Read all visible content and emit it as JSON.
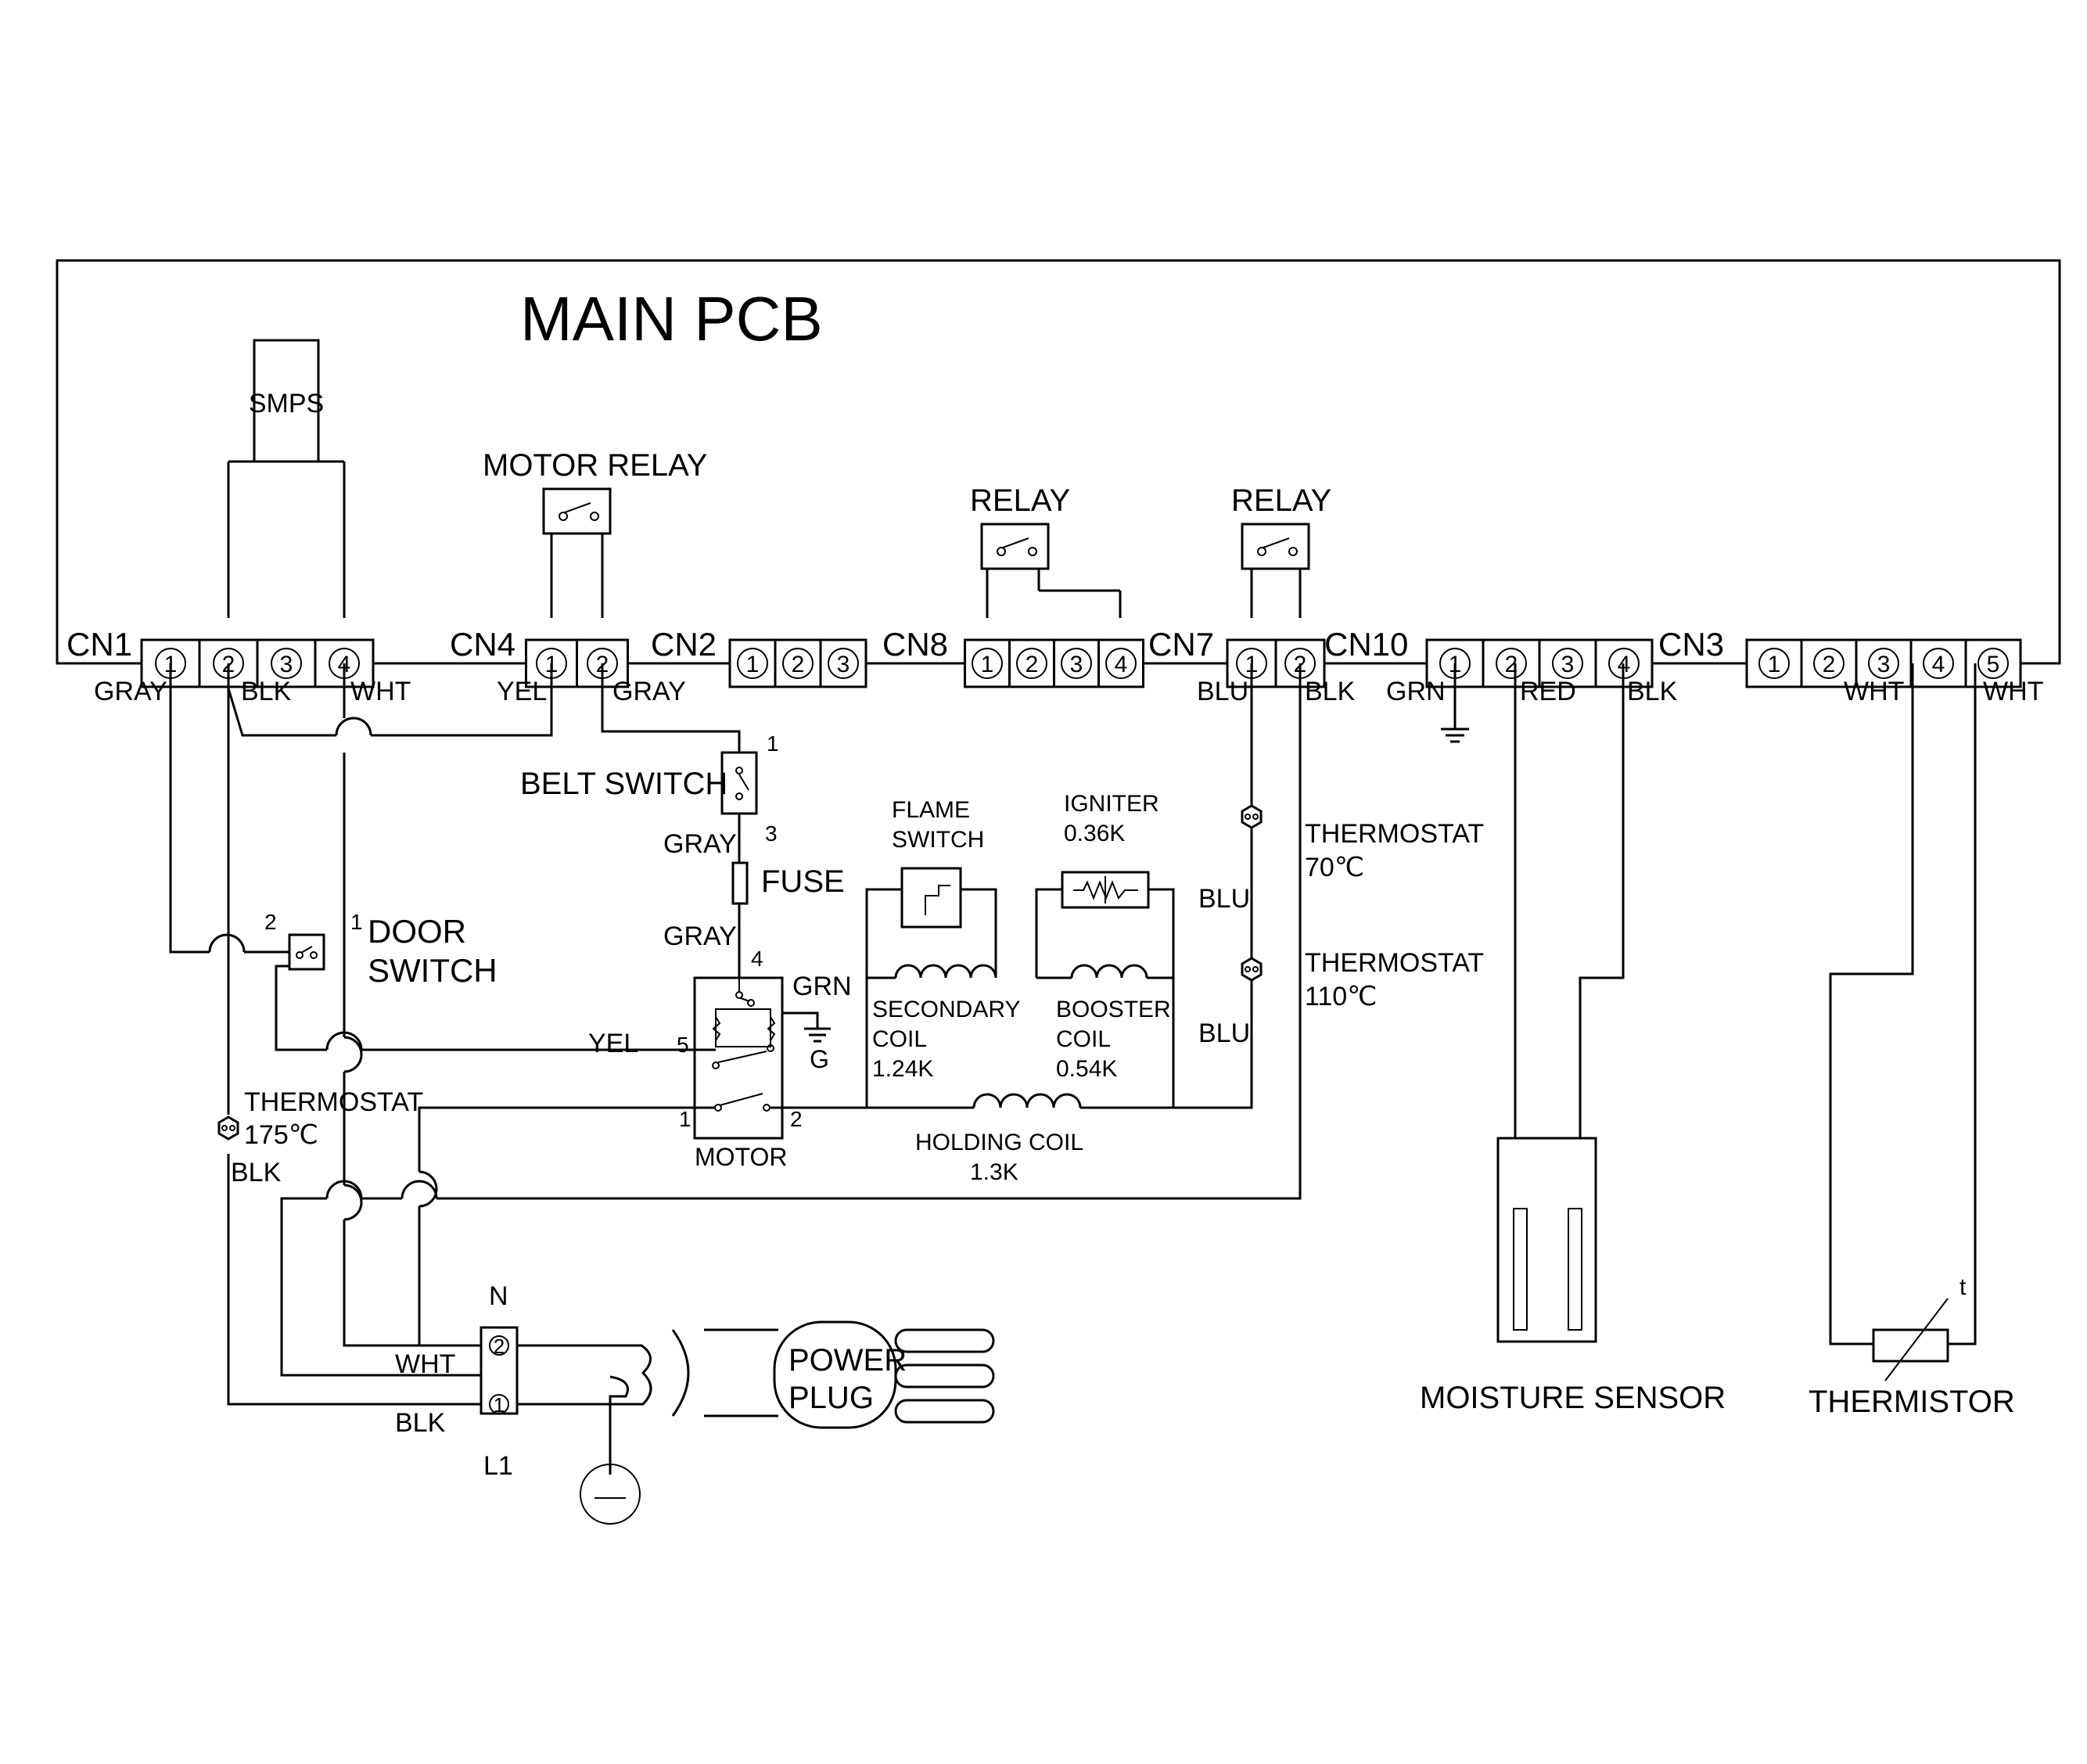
{
  "title": "MAIN PCB",
  "smps": "SMPS",
  "relays": {
    "motor": "MOTOR RELAY",
    "relay_a": "RELAY",
    "relay_b": "RELAY"
  },
  "connectors": [
    {
      "name": "CN1",
      "pins": [
        "1",
        "2",
        "3",
        "4"
      ]
    },
    {
      "name": "CN4",
      "pins": [
        "1",
        "2"
      ]
    },
    {
      "name": "CN2",
      "pins": [
        "1",
        "2",
        "3"
      ]
    },
    {
      "name": "CN8",
      "pins": [
        "1",
        "2",
        "3",
        "4"
      ]
    },
    {
      "name": "CN7",
      "pins": [
        "1",
        "2"
      ]
    },
    {
      "name": "CN10",
      "pins": [
        "1",
        "2",
        "3",
        "4"
      ]
    },
    {
      "name": "CN3",
      "pins": [
        "1",
        "2",
        "3",
        "4",
        "5"
      ]
    }
  ],
  "wire_colors": {
    "cn1_1": "GRAY",
    "cn1_2": "BLK",
    "cn1_4": "WHT",
    "cn4_1": "YEL",
    "cn4_2": "GRAY",
    "cn7_1": "BLU",
    "cn7_2": "BLK",
    "cn10_1": "GRN",
    "cn10_2": "RED",
    "cn10_4": "BLK",
    "cn3_3": "WHT",
    "cn3_4": "WHT",
    "gray_upper": "GRAY",
    "gray_lower": "GRAY",
    "motor_grn": "GRN",
    "motor_yel": "YEL",
    "thermo_blu1": "BLU",
    "thermo_blu2": "BLU",
    "plug_wht": "WHT",
    "plug_blk": "BLK",
    "thermo175_blk": "BLK"
  },
  "components": {
    "belt_switch": "BELT SWITCH",
    "fuse": "FUSE",
    "door_switch": [
      "DOOR",
      "SWITCH"
    ],
    "flame_switch": [
      "FLAME",
      "SWITCH"
    ],
    "igniter": [
      "IGNITER",
      "0.36K"
    ],
    "secondary_coil": [
      "SECONDARY",
      "COIL",
      "1.24K"
    ],
    "booster_coil": [
      "BOOSTER",
      "COIL",
      "0.54K"
    ],
    "holding_coil": [
      "HOLDING COIL",
      "1.3K"
    ],
    "thermostat_70": [
      "THERMOSTAT",
      "70℃"
    ],
    "thermostat_110": [
      "THERMOSTAT",
      "110℃"
    ],
    "thermostat_175": [
      "THERMOSTAT",
      "175℃"
    ],
    "motor": "MOTOR",
    "ground_g": "G",
    "moisture_sensor": "MOISTURE SENSOR",
    "thermistor": "THERMISTOR",
    "thermistor_t": "t",
    "power_plug": [
      "POWER",
      "PLUG"
    ],
    "terminal_n": "N",
    "terminal_l1": "L1",
    "terminal_pins": [
      "2",
      "1"
    ]
  },
  "pin_numbers": {
    "belt_top": "1",
    "belt_bottom": "3",
    "motor_4": "4",
    "motor_5": "5",
    "motor_1": "1",
    "motor_2": "2",
    "door_2": "2",
    "door_1": "1"
  }
}
